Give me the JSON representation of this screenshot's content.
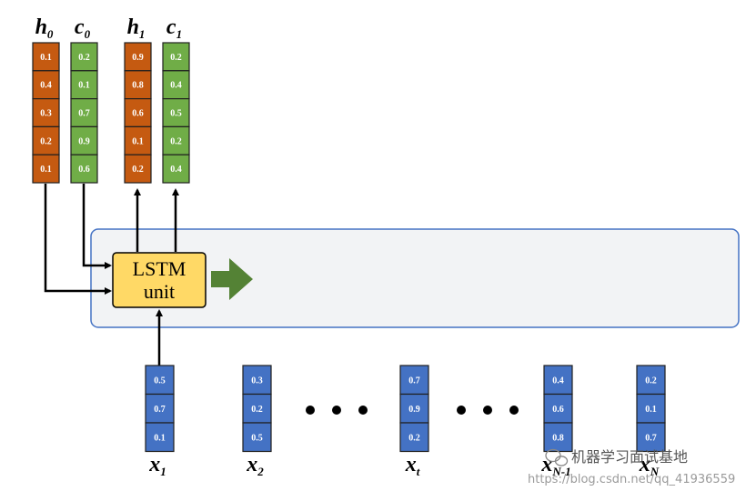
{
  "top_vectors": [
    {
      "id": "h0",
      "symbol": "h",
      "subscript": "0",
      "color": "#c55a11",
      "values": [
        "0.1",
        "0.4",
        "0.3",
        "0.2",
        "0.1"
      ]
    },
    {
      "id": "c0",
      "symbol": "c",
      "subscript": "0",
      "color": "#70ad47",
      "values": [
        "0.2",
        "0.1",
        "0.7",
        "0.9",
        "0.6"
      ]
    },
    {
      "id": "h1",
      "symbol": "h",
      "subscript": "1",
      "color": "#c55a11",
      "values": [
        "0.9",
        "0.8",
        "0.6",
        "0.1",
        "0.2"
      ]
    },
    {
      "id": "c1",
      "symbol": "c",
      "subscript": "1",
      "color": "#70ad47",
      "values": [
        "0.2",
        "0.4",
        "0.5",
        "0.2",
        "0.4"
      ]
    }
  ],
  "lstm": {
    "line1": "LSTM",
    "line2": "unit",
    "fill": "#ffd966",
    "panel_fill": "#f2f3f5",
    "panel_stroke": "#4472c4"
  },
  "arrow_color": "#548235",
  "input_color": "#4472c4",
  "inputs": [
    {
      "id": "x1",
      "symbol": "x",
      "subscript": "1",
      "values": [
        "0.5",
        "0.7",
        "0.1"
      ]
    },
    {
      "id": "x2",
      "symbol": "x",
      "subscript": "2",
      "values": [
        "0.3",
        "0.2",
        "0.5"
      ]
    },
    {
      "id": "xt",
      "symbol": "x",
      "subscript": "t",
      "values": [
        "0.7",
        "0.9",
        "0.2"
      ]
    },
    {
      "id": "xN1",
      "symbol": "x",
      "subscript": "N-1",
      "values": [
        "0.4",
        "0.6",
        "0.8"
      ]
    },
    {
      "id": "xN",
      "symbol": "x",
      "subscript": "N",
      "values": [
        "0.2",
        "0.1",
        "0.7"
      ]
    }
  ],
  "watermark": {
    "name": "机器学习面试基地",
    "url": "https://blog.csdn.net/qq_41936559"
  }
}
